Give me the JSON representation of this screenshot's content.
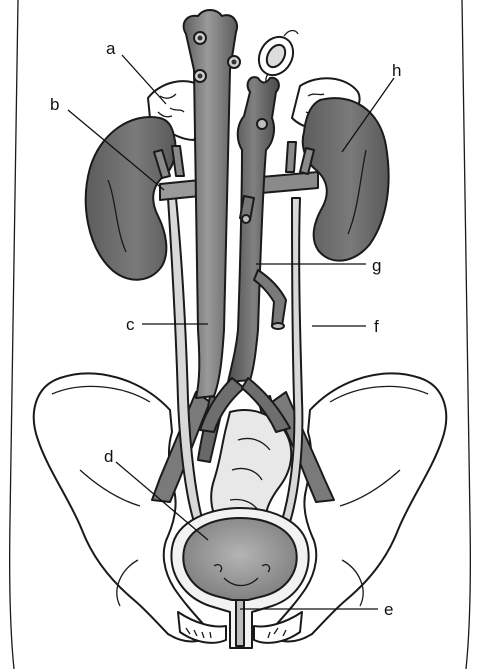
{
  "diagram": {
    "labels": {
      "a": "a",
      "b": "b",
      "c": "c",
      "d": "d",
      "e": "e",
      "f": "f",
      "g": "g",
      "h": "h"
    },
    "colors": {
      "kidney": "#6f6f6f",
      "vessel_dark": "#6a6a6a",
      "vessel_mid": "#8c8c8c",
      "ureter": "#d6d6d6",
      "bone": "#ffffff",
      "bladder": "#9a9a9a",
      "intestine": "#e6e6e6",
      "outline": "#1a1a1a"
    }
  }
}
